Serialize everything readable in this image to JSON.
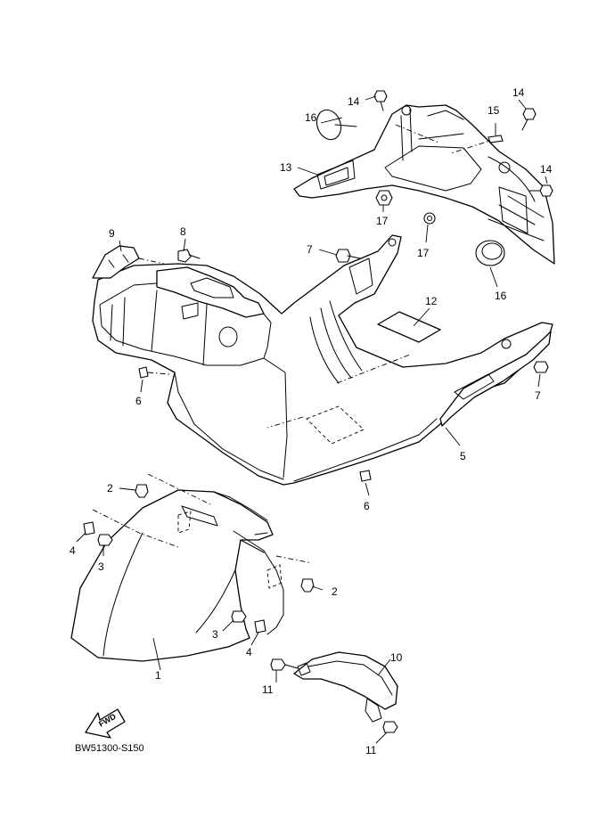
{
  "diagram_code": "BW51300-S150",
  "fwd_label": "FWD",
  "callouts": {
    "c1": "1",
    "c2a": "2",
    "c2b": "2",
    "c3a": "3",
    "c3b": "3",
    "c4a": "4",
    "c4b": "4",
    "c5": "5",
    "c6a": "6",
    "c6b": "6",
    "c7a": "7",
    "c7b": "7",
    "c8": "8",
    "c9": "9",
    "c10": "10",
    "c11a": "11",
    "c11b": "11",
    "c12": "12",
    "c13": "13",
    "c14a": "14",
    "c14b": "14",
    "c14c": "14",
    "c15": "15",
    "c16a": "16",
    "c16b": "16",
    "c17a": "17",
    "c17b": "17"
  }
}
